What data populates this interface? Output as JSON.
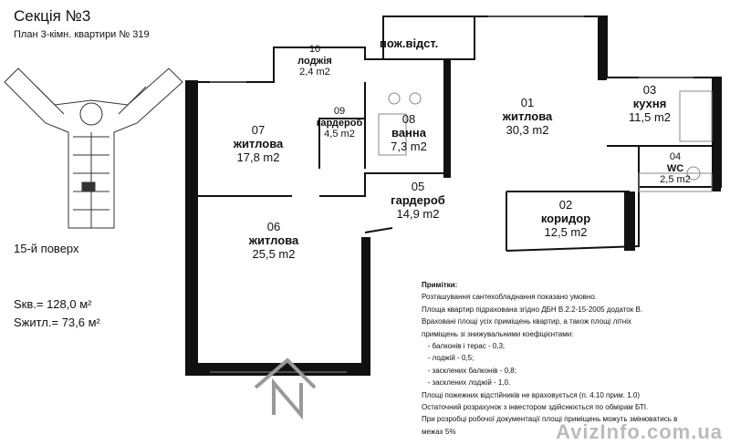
{
  "header": {
    "title": "Секція №3",
    "subtitle": "План 3-кімн. квартири № 319"
  },
  "floor": "15-й поверх",
  "areas": {
    "total": "Sкв.= 128,0 м²",
    "living": "Sжитл.= 73,6 м²"
  },
  "rooms": [
    {
      "num": "01",
      "name": "житлова",
      "area": "30,3 m2"
    },
    {
      "num": "02",
      "name": "коридор",
      "area": "12,5 m2"
    },
    {
      "num": "03",
      "name": "кухня",
      "area": "11,5 m2"
    },
    {
      "num": "04",
      "name": "WC",
      "area": "2,5 m2"
    },
    {
      "num": "05",
      "name": "гардероб",
      "area": "14,9 m2"
    },
    {
      "num": "06",
      "name": "житлова",
      "area": "25,5 m2"
    },
    {
      "num": "07",
      "name": "житлова",
      "area": "17,8 m2"
    },
    {
      "num": "08",
      "name": "ванна",
      "area": "7,3 m2"
    },
    {
      "num": "09",
      "name": "гардероб",
      "area": "4,5 m2"
    },
    {
      "num": "10",
      "name": "лоджія",
      "area": "2,4 m2"
    }
  ],
  "fire_exit": "пож.відст.",
  "notes": {
    "title": "Примітки:",
    "lines": [
      "Розташування сантехобладнання показано умовно.",
      "Площа квартир підрахована згідно ДБН В.2.2-15-2005  додаток В.",
      "Враховані площі усіх приміщень квартир, а також площі літніх",
      "приміщень зі знижувальними коефіцієнтами:",
      "   - балконів і терас - 0,3;",
      "   - лоджій - 0,5;",
      "   - засклених балконів - 0,8;",
      "   - засклених лоджій - 1,0.",
      "Площі пожежних відстійників не враховується (п. 4.10 прим. 1.0)",
      "Остаточний розрахунок з інвестором здійснюється по обмірам БТІ.",
      "При розробці робочої документації площі приміщень можуть змінюватись в",
      "межах 5%"
    ]
  },
  "watermark": "AvizInfo.com.ua",
  "icons": [
    "north-arrow-icon",
    "building-thumbnail"
  ]
}
